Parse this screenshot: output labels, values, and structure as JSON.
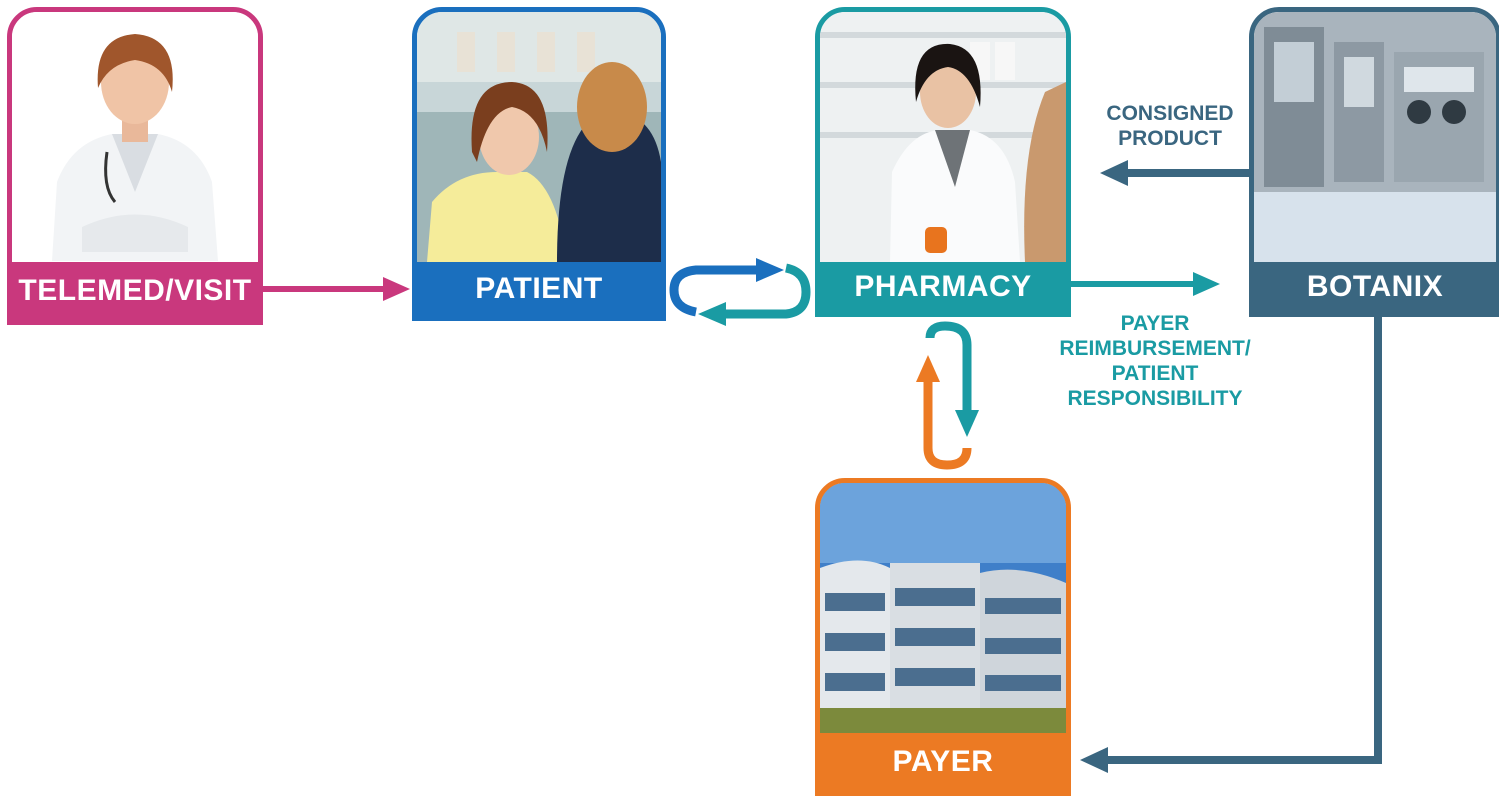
{
  "nodes": {
    "telemed": {
      "label": "TELEMED/VISIT",
      "color": "#c9387d"
    },
    "patient": {
      "label": "PATIENT",
      "color": "#1a6fbe"
    },
    "pharmacy": {
      "label": "PHARMACY",
      "color": "#1a9ba3"
    },
    "botanix": {
      "label": "BOTANIX",
      "color": "#3a6680"
    },
    "payer": {
      "label": "PAYER",
      "color": "#ec7a23"
    }
  },
  "captions": {
    "consigned_line1": "CONSIGNED",
    "consigned_line2": "PRODUCT",
    "payer_line1": "PAYER",
    "payer_line2": "REIMBURSEMENT/",
    "payer_line3": "PATIENT",
    "payer_line4": "RESPONSIBILITY"
  },
  "colors": {
    "pink": "#c9387d",
    "blue": "#1a6fbe",
    "teal": "#1a9ba3",
    "slate": "#3a6680",
    "orange": "#ec7a23"
  }
}
